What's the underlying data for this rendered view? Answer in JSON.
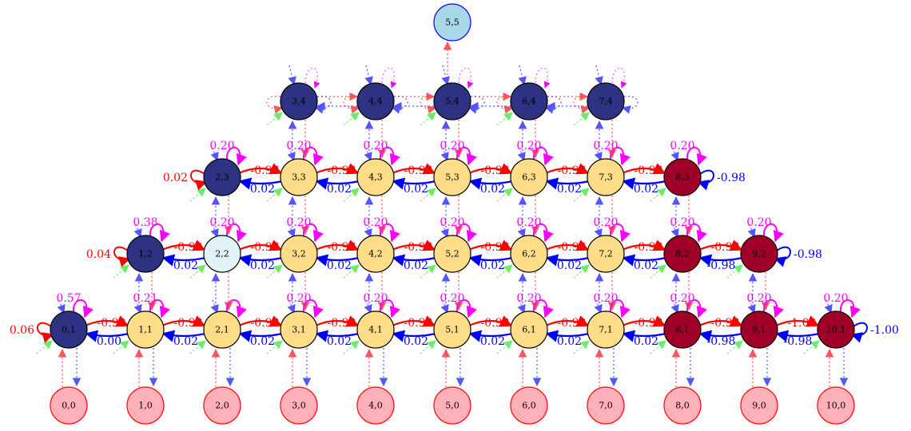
{
  "colors": {
    "dark_blue": "#2e3283",
    "pale_cyan": "#e0f4f8",
    "light_blue": "#a8d8e8",
    "orange": "#ffdd88",
    "crimson": "#a00028",
    "pink": "#ffb0b8",
    "red_edge": "#ff0000",
    "blue_edge": "#0000ff",
    "magenta_edge": "#ff00ff",
    "green_arrow": "#66ee66",
    "text_red": "#ff0000",
    "text_blue": "#0000ff",
    "text_magenta": "#ff00ff"
  },
  "nodes": [
    {
      "id": "5,5",
      "label": "5,5",
      "style": "light_blue"
    },
    {
      "id": "3,4",
      "label": "3,4",
      "style": "dark_blue"
    },
    {
      "id": "4,4",
      "label": "4,4",
      "style": "dark_blue"
    },
    {
      "id": "5,4",
      "label": "5,4",
      "style": "dark_blue"
    },
    {
      "id": "6,4",
      "label": "6,4",
      "style": "dark_blue"
    },
    {
      "id": "7,4",
      "label": "7,4",
      "style": "dark_blue"
    },
    {
      "id": "2,3",
      "label": "2,3",
      "style": "dark_blue"
    },
    {
      "id": "3,3",
      "label": "3,3",
      "style": "orange"
    },
    {
      "id": "4,3",
      "label": "4,3",
      "style": "orange"
    },
    {
      "id": "5,3",
      "label": "5,3",
      "style": "orange"
    },
    {
      "id": "6,3",
      "label": "6,3",
      "style": "orange"
    },
    {
      "id": "7,3",
      "label": "7,3",
      "style": "orange"
    },
    {
      "id": "8,3",
      "label": "8,3",
      "style": "crimson"
    },
    {
      "id": "1,2",
      "label": "1,2",
      "style": "dark_blue"
    },
    {
      "id": "2,2",
      "label": "2,2",
      "style": "pale_cyan"
    },
    {
      "id": "3,2",
      "label": "3,2",
      "style": "orange"
    },
    {
      "id": "4,2",
      "label": "4,2",
      "style": "orange"
    },
    {
      "id": "5,2",
      "label": "5,2",
      "style": "orange"
    },
    {
      "id": "6,2",
      "label": "6,2",
      "style": "orange"
    },
    {
      "id": "7,2",
      "label": "7,2",
      "style": "orange"
    },
    {
      "id": "8,2",
      "label": "8,2",
      "style": "crimson"
    },
    {
      "id": "9,2",
      "label": "9,2",
      "style": "crimson"
    },
    {
      "id": "0,1",
      "label": "0,1",
      "style": "dark_blue"
    },
    {
      "id": "1,1",
      "label": "1,1",
      "style": "orange"
    },
    {
      "id": "2,1",
      "label": "2,1",
      "style": "orange"
    },
    {
      "id": "3,1",
      "label": "3,1",
      "style": "orange"
    },
    {
      "id": "4,1",
      "label": "4,1",
      "style": "orange"
    },
    {
      "id": "5,1",
      "label": "5,1",
      "style": "orange"
    },
    {
      "id": "6,1",
      "label": "6,1",
      "style": "orange"
    },
    {
      "id": "7,1",
      "label": "7,1",
      "style": "orange"
    },
    {
      "id": "8,1",
      "label": "8,1",
      "style": "crimson"
    },
    {
      "id": "9,1",
      "label": "9,1",
      "style": "crimson"
    },
    {
      "id": "10,1",
      "label": "10,1",
      "style": "crimson"
    },
    {
      "id": "0,0",
      "label": "0,0",
      "style": "pink"
    },
    {
      "id": "1,0",
      "label": "1,0",
      "style": "pink"
    },
    {
      "id": "2,0",
      "label": "2,0",
      "style": "pink"
    },
    {
      "id": "3,0",
      "label": "3,0",
      "style": "pink"
    },
    {
      "id": "4,0",
      "label": "4,0",
      "style": "pink"
    },
    {
      "id": "5,0",
      "label": "5,0",
      "style": "pink"
    },
    {
      "id": "6,0",
      "label": "6,0",
      "style": "pink"
    },
    {
      "id": "7,0",
      "label": "7,0",
      "style": "pink"
    },
    {
      "id": "8,0",
      "label": "8,0",
      "style": "pink"
    },
    {
      "id": "9,0",
      "label": "9,0",
      "style": "pink"
    },
    {
      "id": "10,0",
      "label": "10,0",
      "style": "pink"
    }
  ],
  "edges": [
    {
      "from": "2,3",
      "to": "3,3",
      "kind": "right",
      "label": "0.98"
    },
    {
      "from": "3,3",
      "to": "4,3",
      "kind": "right",
      "label": "0.98"
    },
    {
      "from": "4,3",
      "to": "5,3",
      "kind": "right",
      "label": "0.98"
    },
    {
      "from": "5,3",
      "to": "6,3",
      "kind": "right",
      "label": "0.98"
    },
    {
      "from": "6,3",
      "to": "7,3",
      "kind": "right",
      "label": "0.98"
    },
    {
      "from": "7,3",
      "to": "8,3",
      "kind": "right",
      "label": "0.98"
    },
    {
      "from": "3,3",
      "to": "2,3",
      "kind": "left",
      "label": "0.02"
    },
    {
      "from": "4,3",
      "to": "3,3",
      "kind": "left",
      "label": "0.02"
    },
    {
      "from": "5,3",
      "to": "4,3",
      "kind": "left",
      "label": "0.02"
    },
    {
      "from": "6,3",
      "to": "5,3",
      "kind": "left",
      "label": "0.02"
    },
    {
      "from": "7,3",
      "to": "6,3",
      "kind": "left",
      "label": "0.02"
    },
    {
      "from": "8,3",
      "to": "7,3",
      "kind": "left",
      "label": "0.02"
    },
    {
      "from": "1,2",
      "to": "2,2",
      "kind": "right",
      "label": "0.90"
    },
    {
      "from": "2,2",
      "to": "3,2",
      "kind": "right",
      "label": "0.98"
    },
    {
      "from": "3,2",
      "to": "4,2",
      "kind": "right",
      "label": "0.98"
    },
    {
      "from": "4,2",
      "to": "5,2",
      "kind": "right",
      "label": "0.98"
    },
    {
      "from": "5,2",
      "to": "6,2",
      "kind": "right",
      "label": "0.98"
    },
    {
      "from": "6,2",
      "to": "7,2",
      "kind": "right",
      "label": "0.98"
    },
    {
      "from": "7,2",
      "to": "8,2",
      "kind": "right",
      "label": "0.98"
    },
    {
      "from": "8,2",
      "to": "9,2",
      "kind": "right",
      "label": "0.98"
    },
    {
      "from": "2,2",
      "to": "1,2",
      "kind": "left",
      "label": "0.02"
    },
    {
      "from": "3,2",
      "to": "2,2",
      "kind": "left",
      "label": "0.02"
    },
    {
      "from": "4,2",
      "to": "3,2",
      "kind": "left",
      "label": "0.02"
    },
    {
      "from": "5,2",
      "to": "4,2",
      "kind": "left",
      "label": "0.02"
    },
    {
      "from": "6,2",
      "to": "5,2",
      "kind": "left",
      "label": "0.02"
    },
    {
      "from": "7,2",
      "to": "6,2",
      "kind": "left",
      "label": "0.02"
    },
    {
      "from": "8,2",
      "to": "7,2",
      "kind": "left",
      "label": "0.02"
    },
    {
      "from": "9,2",
      "to": "8,2",
      "kind": "left",
      "label": "0.98"
    },
    {
      "from": "0,1",
      "to": "1,1",
      "kind": "right",
      "label": "0.90"
    },
    {
      "from": "1,1",
      "to": "2,1",
      "kind": "right",
      "label": "0.98"
    },
    {
      "from": "2,1",
      "to": "3,1",
      "kind": "right",
      "label": "0.98"
    },
    {
      "from": "3,1",
      "to": "4,1",
      "kind": "right",
      "label": "0.98"
    },
    {
      "from": "4,1",
      "to": "5,1",
      "kind": "right",
      "label": "0.98"
    },
    {
      "from": "5,1",
      "to": "6,1",
      "kind": "right",
      "label": "0.98"
    },
    {
      "from": "6,1",
      "to": "7,1",
      "kind": "right",
      "label": "0.98"
    },
    {
      "from": "7,1",
      "to": "8,1",
      "kind": "right",
      "label": "0.98"
    },
    {
      "from": "8,1",
      "to": "9,1",
      "kind": "right",
      "label": "0.98"
    },
    {
      "from": "9,1",
      "to": "10,1",
      "kind": "right",
      "label": "1.00"
    },
    {
      "from": "1,1",
      "to": "0,1",
      "kind": "left",
      "label": "0.00"
    },
    {
      "from": "2,1",
      "to": "1,1",
      "kind": "left",
      "label": "0.02"
    },
    {
      "from": "3,1",
      "to": "2,1",
      "kind": "left",
      "label": "0.02"
    },
    {
      "from": "4,1",
      "to": "3,1",
      "kind": "left",
      "label": "0.02"
    },
    {
      "from": "5,1",
      "to": "4,1",
      "kind": "left",
      "label": "0.02"
    },
    {
      "from": "6,1",
      "to": "5,1",
      "kind": "left",
      "label": "0.02"
    },
    {
      "from": "7,1",
      "to": "6,1",
      "kind": "left",
      "label": "0.02"
    },
    {
      "from": "8,1",
      "to": "7,1",
      "kind": "left",
      "label": "0.02"
    },
    {
      "from": "9,1",
      "to": "8,1",
      "kind": "left",
      "label": "0.98"
    },
    {
      "from": "10,1",
      "to": "9,1",
      "kind": "left",
      "label": "0.98"
    },
    {
      "from": "3,4",
      "to": "4,4",
      "kind": "dotted-right",
      "label": ""
    },
    {
      "from": "4,4",
      "to": "5,4",
      "kind": "dotted-right",
      "label": ""
    },
    {
      "from": "5,4",
      "to": "6,4",
      "kind": "dotted-right",
      "label": ""
    },
    {
      "from": "6,4",
      "to": "7,4",
      "kind": "dotted-right",
      "label": ""
    },
    {
      "from": "4,4",
      "to": "3,4",
      "kind": "dotted-left",
      "label": ""
    },
    {
      "from": "5,4",
      "to": "4,4",
      "kind": "dotted-left",
      "label": ""
    },
    {
      "from": "6,4",
      "to": "5,4",
      "kind": "dotted-left",
      "label": ""
    },
    {
      "from": "7,4",
      "to": "6,4",
      "kind": "dotted-left",
      "label": ""
    },
    {
      "from": "5,4",
      "to": "5,5",
      "kind": "dotted-up",
      "label": ""
    }
  ],
  "self_loops": [
    {
      "node": "2,3",
      "side": "left",
      "label": "0.02"
    },
    {
      "node": "1,2",
      "side": "left",
      "label": "0.04"
    },
    {
      "node": "0,1",
      "side": "left",
      "label": "0.06"
    },
    {
      "node": "8,3",
      "side": "right",
      "label": "0.98"
    },
    {
      "node": "9,2",
      "side": "right",
      "label": "0.98"
    },
    {
      "node": "10,1",
      "side": "right",
      "label": "1.00"
    },
    {
      "node": "2,3",
      "side": "top",
      "label": "0.20"
    },
    {
      "node": "3,3",
      "side": "top",
      "label": "0.20"
    },
    {
      "node": "4,3",
      "side": "top",
      "label": "0.20"
    },
    {
      "node": "5,3",
      "side": "top",
      "label": "0.20"
    },
    {
      "node": "6,3",
      "side": "top",
      "label": "0.20"
    },
    {
      "node": "7,3",
      "side": "top",
      "label": "0.20"
    },
    {
      "node": "8,3",
      "side": "top",
      "label": "0.20"
    },
    {
      "node": "1,2",
      "side": "top",
      "label": "0.38"
    },
    {
      "node": "2,2",
      "side": "top",
      "label": "0.20"
    },
    {
      "node": "3,2",
      "side": "top",
      "label": "0.20"
    },
    {
      "node": "4,2",
      "side": "top",
      "label": "0.20"
    },
    {
      "node": "5,2",
      "side": "top",
      "label": "0.20"
    },
    {
      "node": "6,2",
      "side": "top",
      "label": "0.20"
    },
    {
      "node": "7,2",
      "side": "top",
      "label": "0.20"
    },
    {
      "node": "8,2",
      "side": "top",
      "label": "0.20"
    },
    {
      "node": "9,2",
      "side": "top",
      "label": "0.20"
    },
    {
      "node": "0,1",
      "side": "top",
      "label": "0.57"
    },
    {
      "node": "1,1",
      "side": "top",
      "label": "0.21"
    },
    {
      "node": "2,1",
      "side": "top",
      "label": ""
    },
    {
      "node": "3,1",
      "side": "top",
      "label": "0.20"
    },
    {
      "node": "4,1",
      "side": "top",
      "label": "0.20"
    },
    {
      "node": "5,1",
      "side": "top",
      "label": "0.20"
    },
    {
      "node": "6,1",
      "side": "top",
      "label": "0.20"
    },
    {
      "node": "7,1",
      "side": "top",
      "label": "0.20"
    },
    {
      "node": "8,1",
      "side": "top",
      "label": "0.20"
    },
    {
      "node": "9,1",
      "side": "top",
      "label": "0.20"
    },
    {
      "node": "10,1",
      "side": "top",
      "label": "0.20"
    }
  ]
}
